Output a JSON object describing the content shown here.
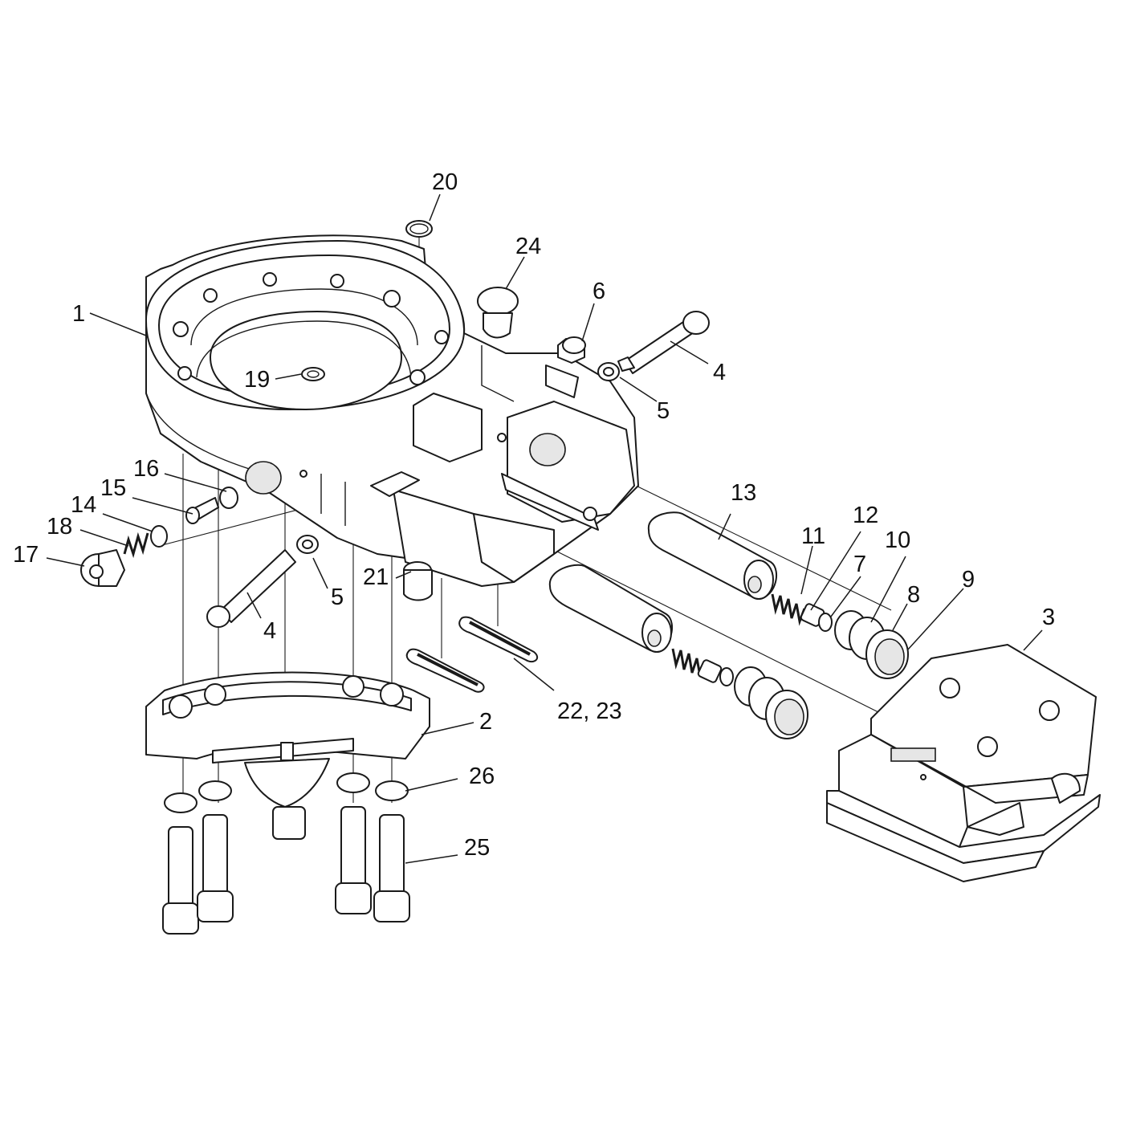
{
  "callouts": [
    {
      "id": "c1",
      "label": "1"
    },
    {
      "id": "c2",
      "label": "2"
    },
    {
      "id": "c3",
      "label": "3"
    },
    {
      "id": "c4a",
      "label": "4"
    },
    {
      "id": "c4b",
      "label": "4"
    },
    {
      "id": "c5a",
      "label": "5"
    },
    {
      "id": "c5b",
      "label": "5"
    },
    {
      "id": "c6",
      "label": "6"
    },
    {
      "id": "c7",
      "label": "7"
    },
    {
      "id": "c8",
      "label": "8"
    },
    {
      "id": "c9",
      "label": "9"
    },
    {
      "id": "c10",
      "label": "10"
    },
    {
      "id": "c11",
      "label": "11"
    },
    {
      "id": "c12",
      "label": "12"
    },
    {
      "id": "c13",
      "label": "13"
    },
    {
      "id": "c14",
      "label": "14"
    },
    {
      "id": "c15",
      "label": "15"
    },
    {
      "id": "c16",
      "label": "16"
    },
    {
      "id": "c17",
      "label": "17"
    },
    {
      "id": "c18",
      "label": "18"
    },
    {
      "id": "c19",
      "label": "19"
    },
    {
      "id": "c20",
      "label": "20"
    },
    {
      "id": "c21",
      "label": "21"
    },
    {
      "id": "c22",
      "label": "22, 23"
    },
    {
      "id": "c24",
      "label": "24"
    },
    {
      "id": "c25",
      "label": "25"
    },
    {
      "id": "c26",
      "label": "26"
    }
  ]
}
